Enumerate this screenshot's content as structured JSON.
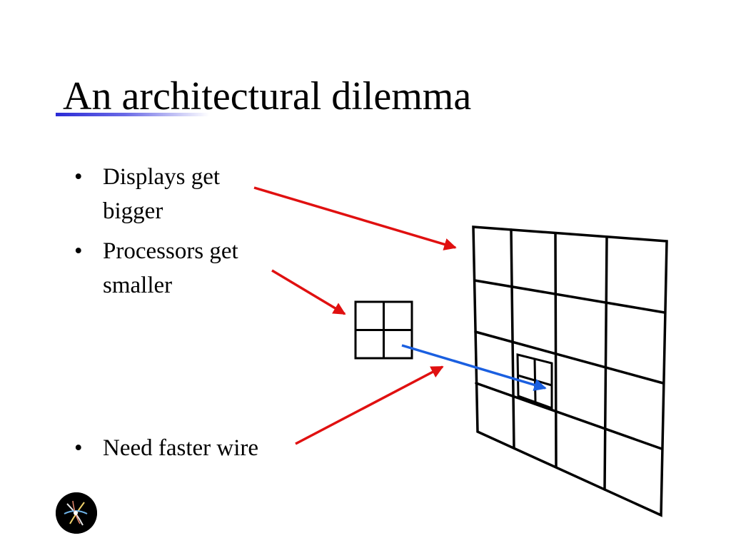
{
  "slide": {
    "title": "An architectural dilemma",
    "bullets": [
      {
        "marker": "•",
        "lines": [
          "Displays get",
          "bigger"
        ]
      },
      {
        "marker": "•",
        "lines": [
          "Processors get",
          "smaller"
        ]
      },
      {
        "marker": "•",
        "lines": [
          "Need faster wire"
        ]
      }
    ]
  },
  "icons": {
    "logo": "circular-lab-logo-icon"
  },
  "colors": {
    "arrow_red": "#e01010",
    "arrow_blue": "#1a5fe0",
    "title_underline": "#2b2bd6",
    "grid_lines": "#000000"
  }
}
